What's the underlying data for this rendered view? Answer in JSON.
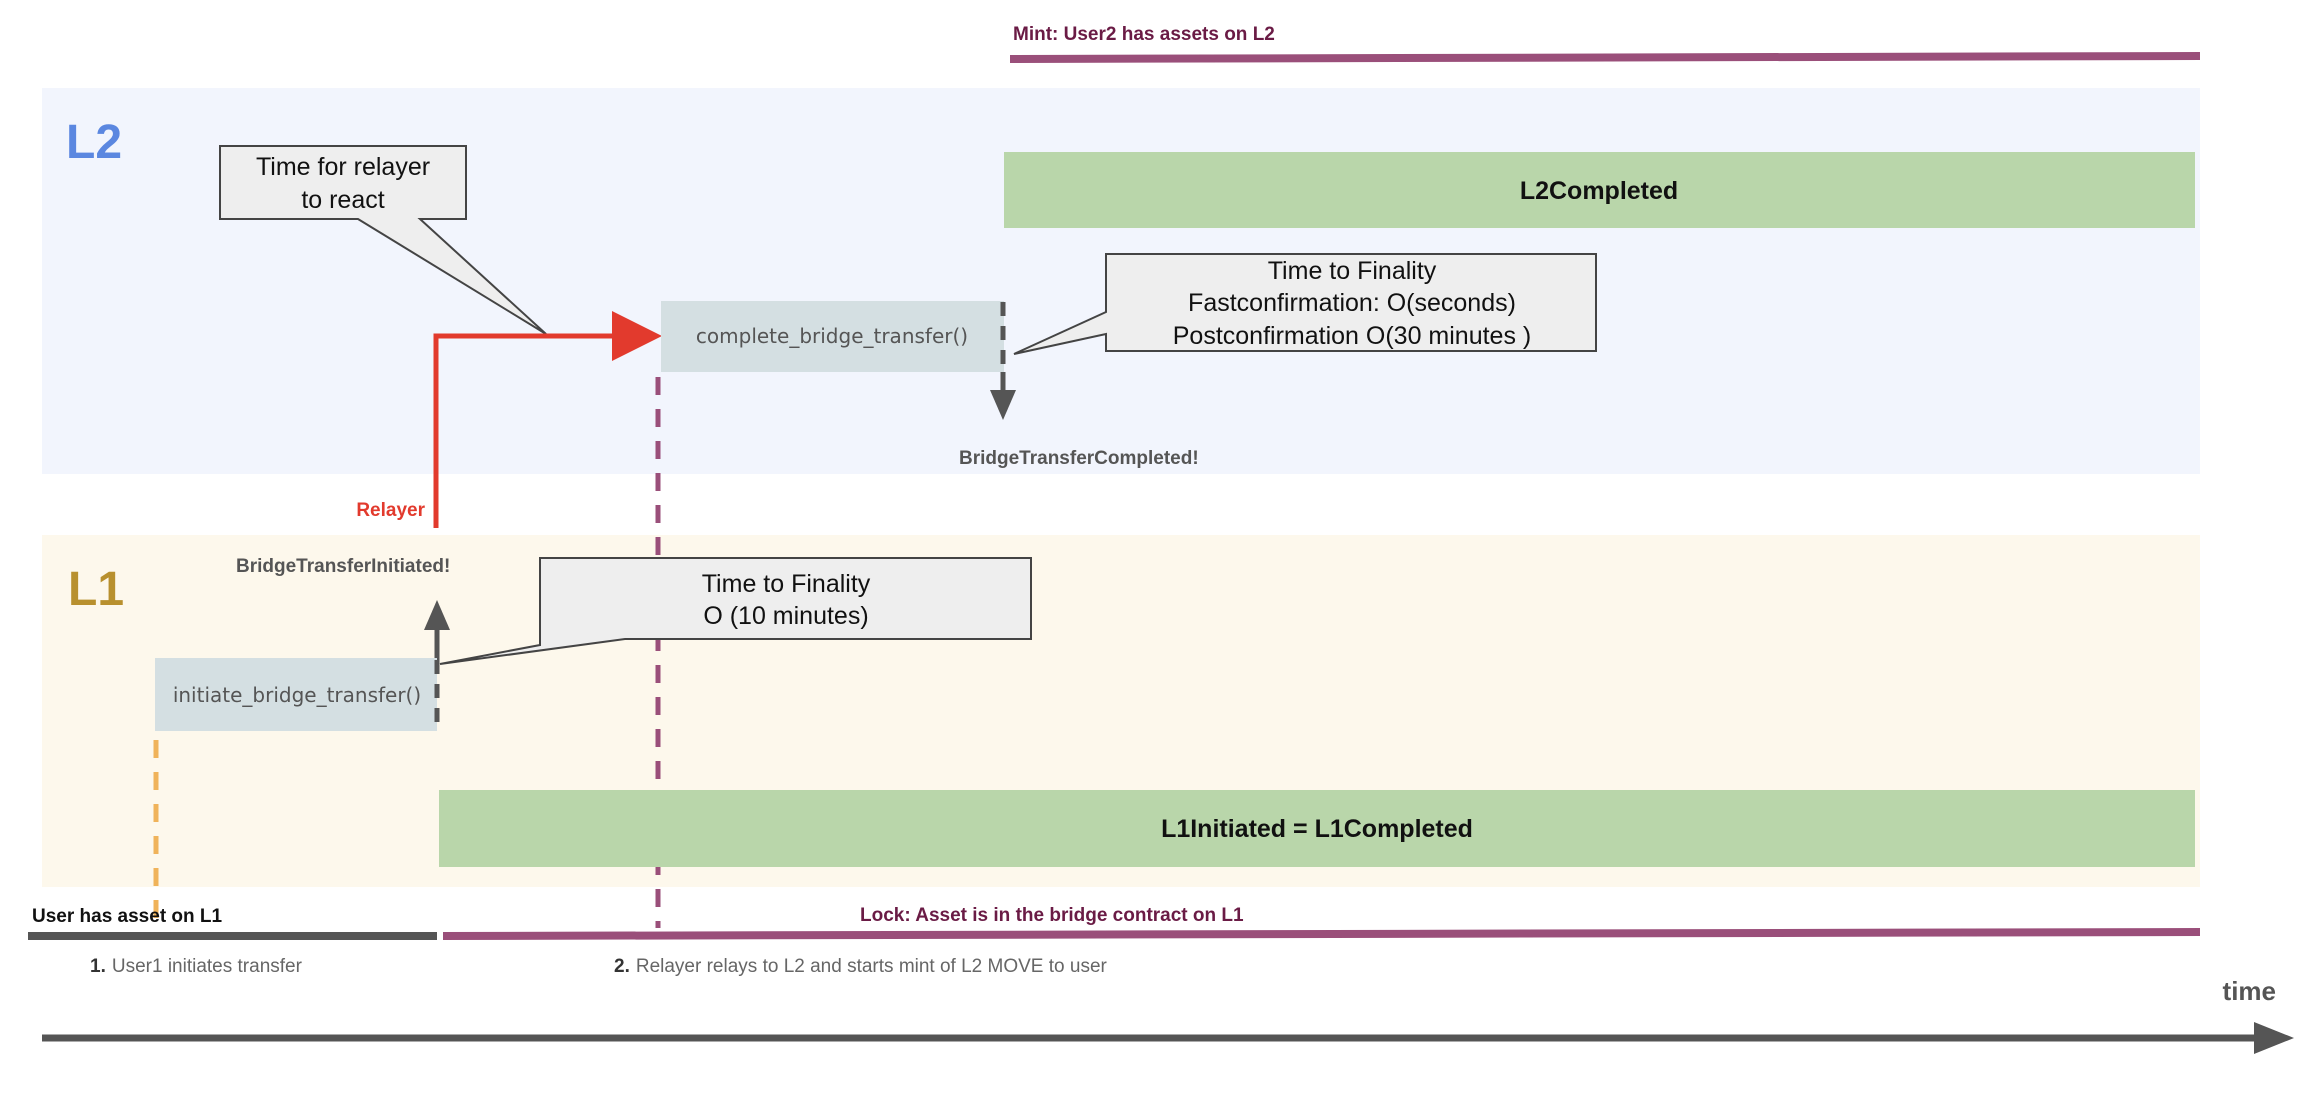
{
  "lanes": {
    "l2": {
      "label": "L2",
      "color": "#5b87e0",
      "bg": "#f2f5fd"
    },
    "l1": {
      "label": "L1",
      "color": "#b8902e",
      "bg": "#fdf8ec"
    }
  },
  "functions": {
    "complete": "complete_bridge_transfer()",
    "initiate": "initiate_bridge_transfer()"
  },
  "states": {
    "l2_completed": "L2Completed",
    "l1_completed": "L1Initiated = L1Completed"
  },
  "callouts": {
    "relayer_time": [
      "Time for relayer",
      "to react"
    ],
    "l2_finality": [
      "Time to Finality",
      "Fastconfirmation: O(seconds)",
      "Postconfirmation O(30 minutes )"
    ],
    "l1_finality": [
      "Time to Finality",
      "O (10 minutes)"
    ]
  },
  "events": {
    "l2_event": "BridgeTransferCompleted!",
    "l1_event": "BridgeTransferInitiated!",
    "relayer": "Relayer"
  },
  "timeline": {
    "mint": "Mint: User2 has assets on L2",
    "user_asset": "User has asset on L1",
    "lock": "Lock: Asset is in the bridge contract on L1",
    "step1_num": "1.",
    "step1_text": "User1 initiates transfer",
    "step2_num": "2.",
    "step2_text": "Relayer relays to L2 and starts mint of L2 MOVE to user",
    "time_label": "time"
  },
  "colors": {
    "state_green": "#b9d6aa",
    "function_box": "#d4dfe2",
    "callout_fill": "#eeeeee",
    "relayer_red": "#e23a2d",
    "lock_purple": "#9a4f7a",
    "mint_text": "#6a1b45",
    "dark_gray": "#555555",
    "orange_dash": "#f0b35a"
  }
}
